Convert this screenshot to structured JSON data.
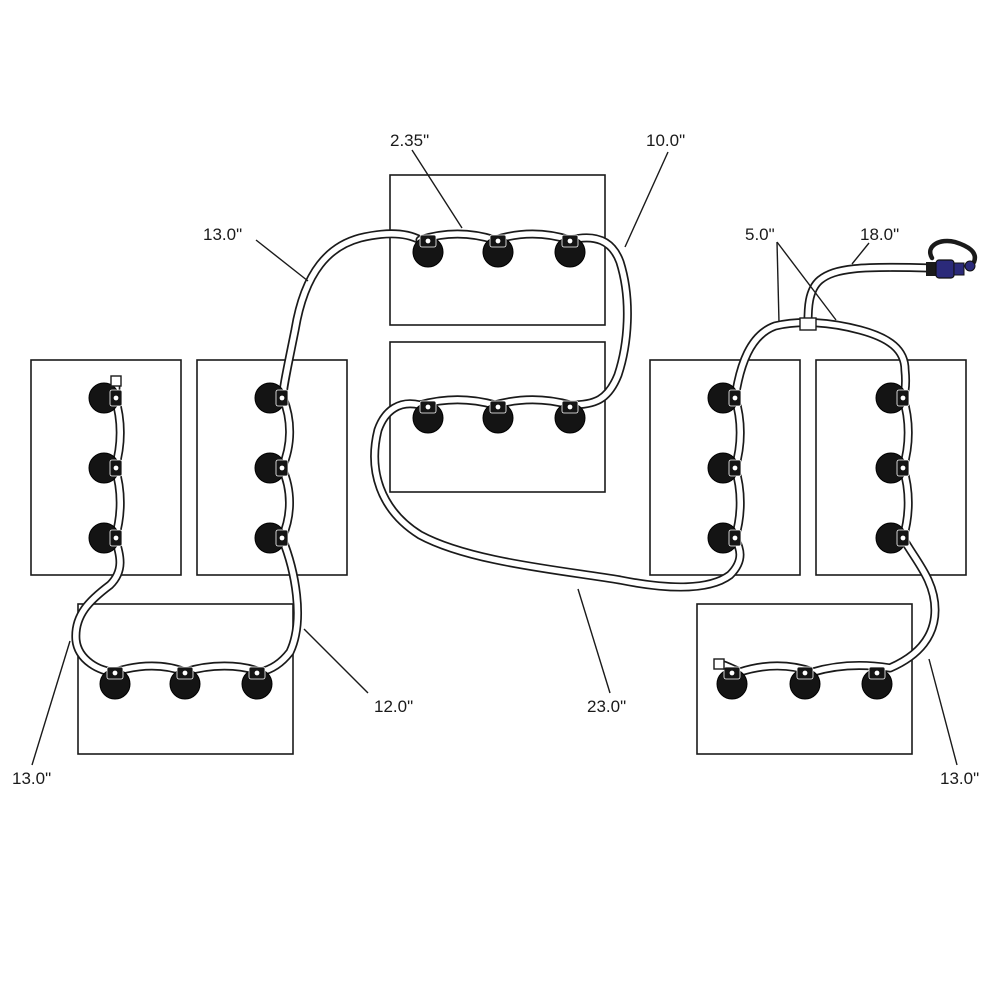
{
  "measurements": {
    "spacing_2_35": "2.35\"",
    "tube_10_0": "10.0\"",
    "tube_13_0_top": "13.0\"",
    "tee_5_0": "5.0\"",
    "supply_18_0": "18.0\"",
    "tube_12_0": "12.0\"",
    "tube_23_0": "23.0\"",
    "tube_13_0_left": "13.0\"",
    "tube_13_0_right": "13.0\""
  },
  "colors": {
    "line": "#1a1a1a",
    "cap": "#141414",
    "connector_blue": "#2b2a7a"
  }
}
